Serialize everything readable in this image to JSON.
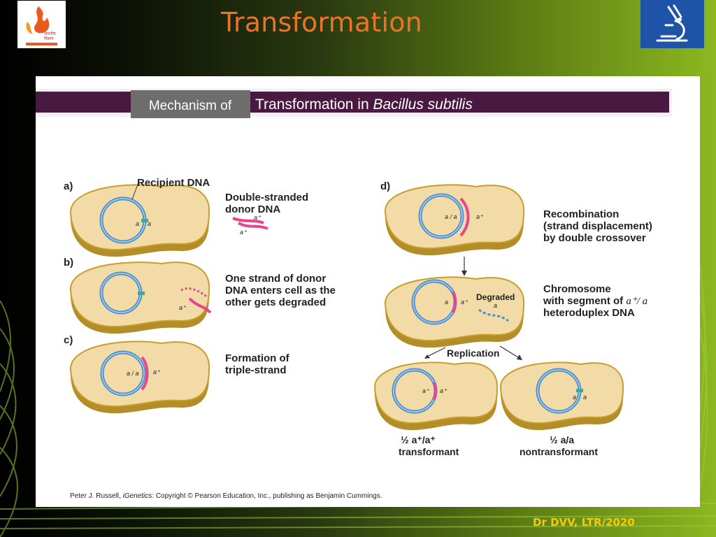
{
  "slide": {
    "title": "Transformation",
    "footer": "Dr DVV, LTR/2020"
  },
  "logo_left": {
    "lines": [
      "भारतीय",
      "विज्ञान"
    ]
  },
  "figure": {
    "banner_box": "Mechanism of",
    "banner_rest": "Transformation in ",
    "banner_species": "Bacillus subtilis",
    "panels": {
      "a": {
        "letter": "a)",
        "label_top": "Recipient DNA",
        "side": [
          "Double-stranded",
          "donor DNA"
        ],
        "locus": [
          "a",
          "a"
        ],
        "donor_labels": [
          "a⁺",
          "a⁺"
        ]
      },
      "b": {
        "letter": "b)",
        "side": [
          "One strand of donor",
          "DNA enters cell as the",
          "other gets degraded"
        ],
        "donor_label": "a⁺"
      },
      "c": {
        "letter": "c)",
        "side": [
          "Formation of",
          "triple-strand"
        ],
        "locus": "a / a",
        "donor_label": "a⁺"
      },
      "d": {
        "letter": "d)",
        "side": [
          "Recombination",
          "(strand displacement)",
          "by double crossover"
        ],
        "locus": "a / a",
        "donor_label": "a⁺"
      },
      "e": {
        "side_1": "Chromosome",
        "side_2": "with segment of ",
        "side_2_italic": "a⁺/ a",
        "side_3": "heteroduplex DNA",
        "degraded": "Degraded",
        "locus_a": "a",
        "locus_b": "a⁺",
        "frag": "a"
      },
      "replication": "Replication",
      "f": {
        "locus": [
          "a⁺",
          "a⁺"
        ],
        "cap1": "½ a⁺/a⁺",
        "cap2": "transformant"
      },
      "g": {
        "locus": [
          "a",
          "a"
        ],
        "cap1": "½ a/a",
        "cap2": "nontransformant"
      }
    },
    "credit_1": "Peter J. Russell, ",
    "credit_2": "iGenetics",
    "credit_3": ": Copyright © Pearson Education, Inc., publishing as Benjamin Cummings."
  }
}
